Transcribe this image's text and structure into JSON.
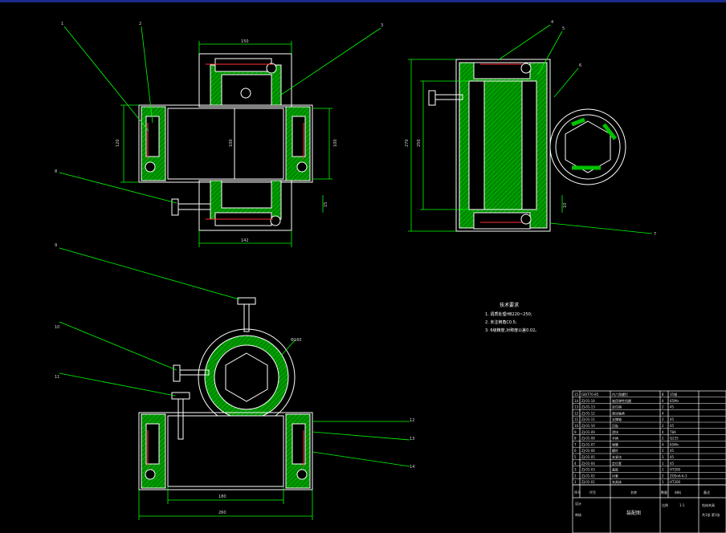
{
  "tech_requirements": {
    "heading": "技术要求",
    "lines": [
      "1. 调质处理HB220~250;",
      "2. 未注倒角C0.5;",
      "3. 6级精度,对称度公差0.02。"
    ]
  },
  "dimensions": {
    "top_width": "150",
    "bottom_width": "142",
    "left_height": "120",
    "center_height": "100",
    "right_height": "100",
    "right_small": "15",
    "side_total": "270",
    "side_inner": "250",
    "side_small": "10",
    "circle_dia": "Φ160",
    "front_width": "180",
    "front_total": "260"
  },
  "balloons": {
    "top_left_a": "1",
    "top_left_b": "2",
    "top_right": "3",
    "side_a": "4",
    "side_b": "5",
    "side_c": "6",
    "side_bottom": "7",
    "left_handle": "8",
    "front_a": "9",
    "front_b": "10",
    "front_c": "11",
    "front_r1": "12",
    "front_r2": "13",
    "front_r3": "14"
  },
  "title_block": {
    "parts": [
      {
        "no": "15",
        "code": "GB/T70-85",
        "name": "内六角螺钉",
        "qty": "8",
        "mat": "35钢"
      },
      {
        "no": "14",
        "code": "ZJ-01-14",
        "name": "轴用弹性挡圈",
        "qty": "4",
        "mat": "65Mn"
      },
      {
        "no": "13",
        "code": "ZJ-01-13",
        "name": "定位销",
        "qty": "2",
        "mat": "45"
      },
      {
        "no": "12",
        "code": "ZJ-01-12",
        "name": "滚动轴承",
        "qty": "4",
        "mat": ""
      },
      {
        "no": "11",
        "code": "ZJ-01-11",
        "name": "支撑轴",
        "qty": "2",
        "mat": "45"
      },
      {
        "no": "10",
        "code": "ZJ-01-10",
        "name": "压板",
        "qty": "2",
        "mat": "45"
      },
      {
        "no": "9",
        "code": "ZJ-01-09",
        "name": "滑块",
        "qty": "4",
        "mat": "T8A"
      },
      {
        "no": "8",
        "code": "ZJ-01-08",
        "name": "手柄",
        "qty": "2",
        "mat": "Q235"
      },
      {
        "no": "7",
        "code": "ZJ-01-07",
        "name": "弹簧",
        "qty": "4",
        "mat": "65Mn"
      },
      {
        "no": "6",
        "code": "ZJ-01-06",
        "name": "螺杆",
        "qty": "2",
        "mat": "45"
      },
      {
        "no": "5",
        "code": "ZJ-01-05",
        "name": "夹紧块",
        "qty": "3",
        "mat": "45"
      },
      {
        "no": "4",
        "code": "ZJ-01-04",
        "name": "定位套",
        "qty": "1",
        "mat": "45"
      },
      {
        "no": "3",
        "code": "ZJ-01-03",
        "name": "盖板",
        "qty": "1",
        "mat": "HT200"
      },
      {
        "no": "2",
        "code": "ZJ-01-02",
        "name": "衬套",
        "qty": "2",
        "mat": "ZQSn6-6-3"
      },
      {
        "no": "1",
        "code": "ZJ-01-01",
        "name": "夹具体",
        "qty": "1",
        "mat": "HT200"
      }
    ],
    "header": {
      "no": "序号",
      "code": "代号",
      "name": "名称",
      "qty": "数量",
      "mat": "材料",
      "note": "备注"
    },
    "drawing_title": "装配图",
    "drawing_name": "钻床夹具",
    "scale_label": "比例",
    "scale_value": "1:1",
    "sheet": "共1张 第1张",
    "designer": "设计",
    "checker": "审核"
  },
  "colors": {
    "outline": "#ffffff",
    "fill_green": "#00a000",
    "line_green": "#00ff00",
    "hatch": "#00c000",
    "bg": "#000000",
    "accent_red": "#ff3030"
  }
}
